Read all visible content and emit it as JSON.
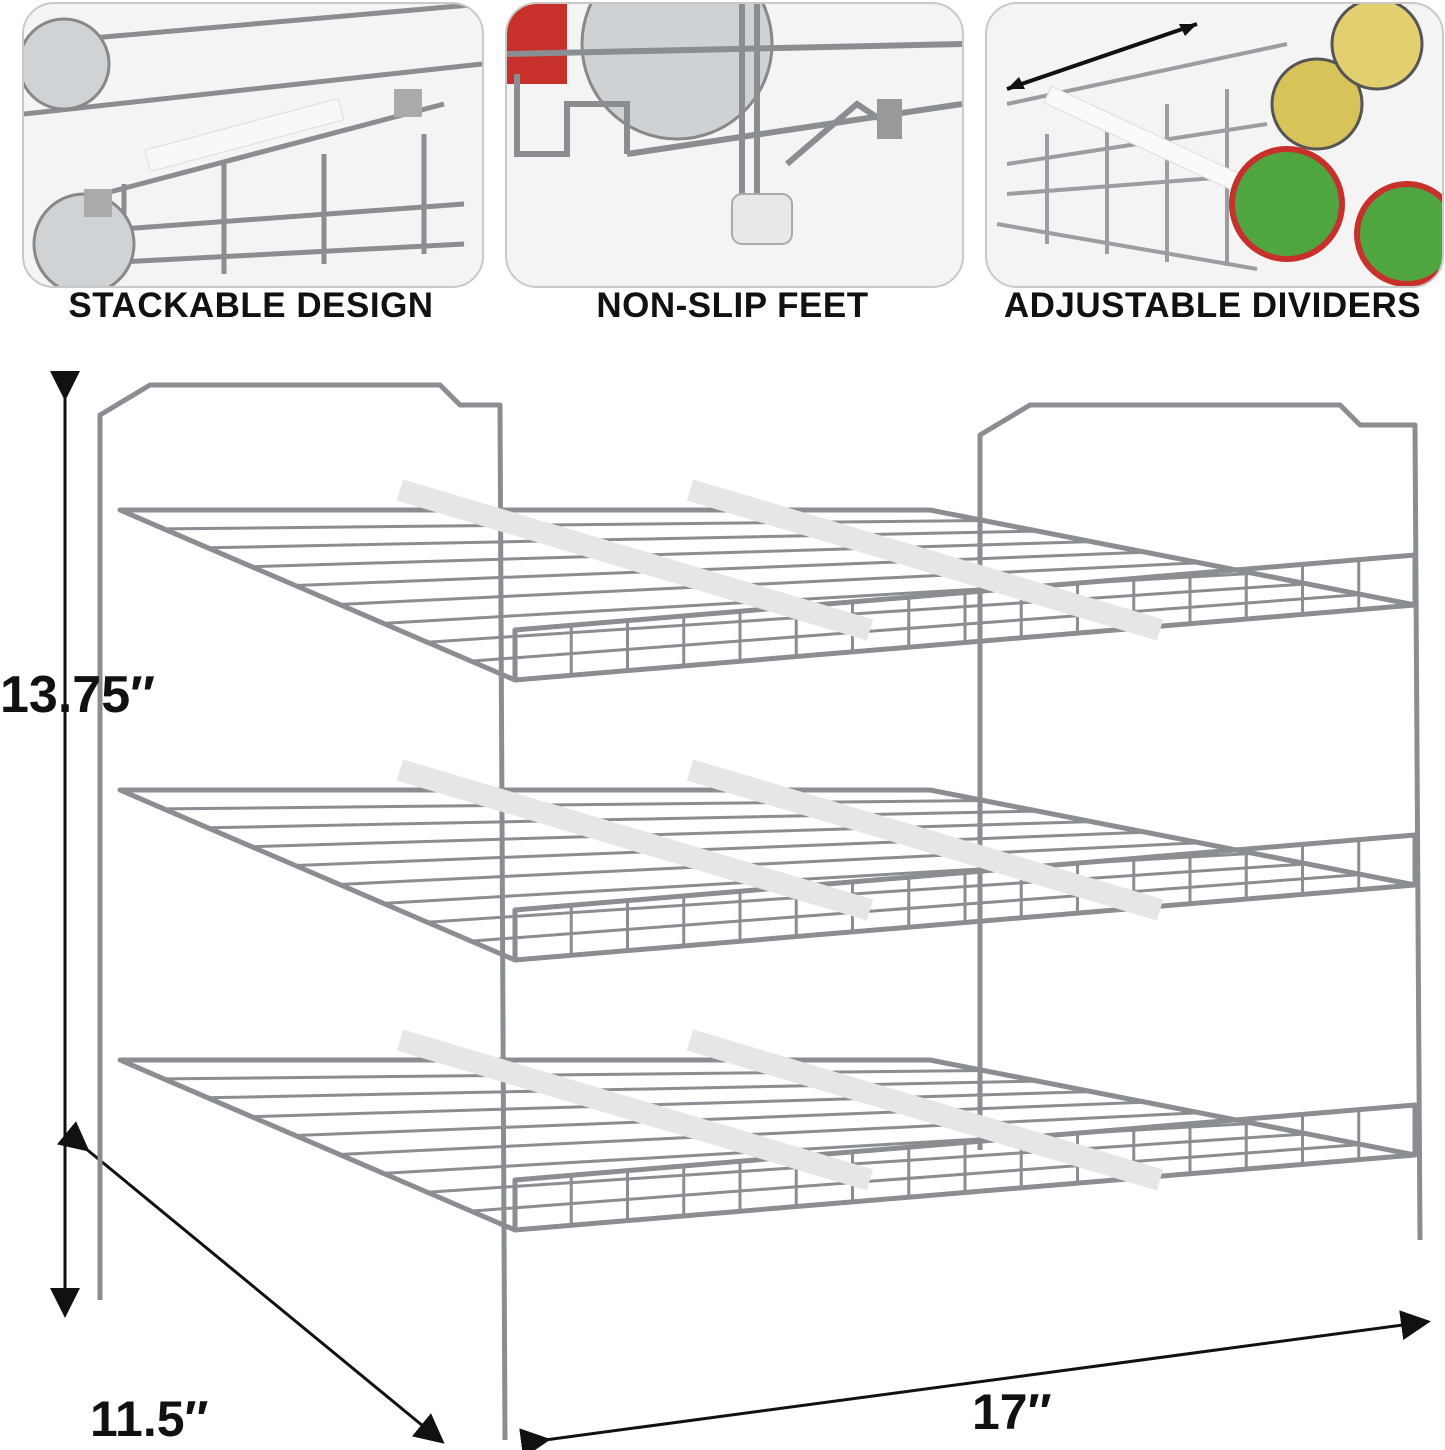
{
  "features": [
    {
      "label": "STACKABLE DESIGN",
      "icon": "stackable-detail-photo"
    },
    {
      "label": "NON-SLIP FEET",
      "icon": "non-slip-feet-detail-photo"
    },
    {
      "label": "ADJUSTABLE DIVIDERS",
      "icon": "adjustable-dividers-detail-photo"
    }
  ],
  "dimensions": {
    "height": "13.75″",
    "depth": "11.5″",
    "width": "17″"
  },
  "colors": {
    "chrome": "#8a8d92",
    "divider": "#f4f4f4",
    "text": "#111111"
  }
}
